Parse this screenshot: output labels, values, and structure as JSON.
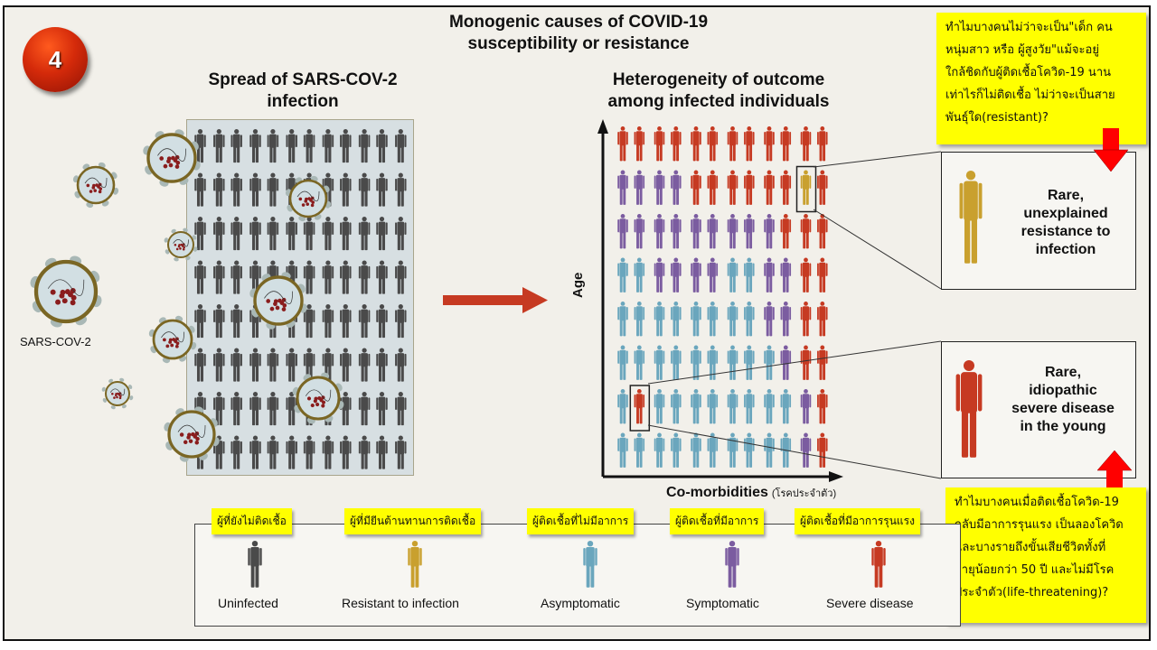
{
  "badge": {
    "number": "4"
  },
  "title": {
    "line1": "Monogenic causes of COVID-19",
    "line2": "susceptibility or resistance"
  },
  "left_panel": {
    "title_line1": "Spread of SARS-COV-2",
    "title_line2": "infection",
    "virus_label": "SARS-COV-2",
    "grid": {
      "rows": 8,
      "cols": 12,
      "status": "uninfected"
    }
  },
  "right_panel": {
    "title_line1": "Heterogeneity of outcome",
    "title_line2": "among infected individuals",
    "y_axis_label": "Age",
    "x_axis_label": "Co-morbidities",
    "x_axis_label_thai": "(โรคประจำตัว)",
    "grid_rows": [
      [
        "S",
        "S",
        "S",
        "S",
        "S",
        "S",
        "S",
        "S",
        "S",
        "S",
        "S",
        "S"
      ],
      [
        "Y",
        "Y",
        "Y",
        "Y",
        "S",
        "S",
        "S",
        "S",
        "S",
        "S",
        "R",
        "S"
      ],
      [
        "Y",
        "Y",
        "Y",
        "Y",
        "Y",
        "Y",
        "Y",
        "Y",
        "Y",
        "S",
        "S",
        "S"
      ],
      [
        "A",
        "A",
        "Y",
        "Y",
        "Y",
        "Y",
        "A",
        "A",
        "Y",
        "Y",
        "S",
        "S"
      ],
      [
        "A",
        "A",
        "A",
        "A",
        "A",
        "A",
        "A",
        "A",
        "Y",
        "Y",
        "S",
        "S"
      ],
      [
        "A",
        "A",
        "A",
        "A",
        "A",
        "A",
        "A",
        "A",
        "A",
        "Y",
        "S",
        "S"
      ],
      [
        "A",
        "S",
        "A",
        "A",
        "A",
        "A",
        "A",
        "A",
        "A",
        "A",
        "Y",
        "S"
      ],
      [
        "A",
        "A",
        "A",
        "A",
        "A",
        "A",
        "A",
        "A",
        "A",
        "A",
        "Y",
        "S"
      ]
    ],
    "highlighted": [
      {
        "row": 2,
        "col": 11,
        "status": "resistant"
      },
      {
        "row": 7,
        "col": 2,
        "status": "severe"
      }
    ]
  },
  "callouts": [
    {
      "id": "resistance",
      "line1": "Rare,",
      "line2": "unexplained",
      "line3": "resistance to",
      "line4": "infection"
    },
    {
      "id": "severe",
      "line1": "Rare,",
      "line2": "idiopathic",
      "line3": "severe disease",
      "line4": "in the young"
    }
  ],
  "notes": {
    "top": [
      "ทำไมบางคนไม่ว่าจะเป็น\"เด็ก คน",
      "หนุ่มสาว หรือ ผู้สูงวัย\"แม้จะอยู่",
      "ใกล้ชิดกับผู้ติดเชื้อโควิด-19 นาน",
      "เท่าไรก็ไม่ติดเชื้อ ไม่ว่าจะเป็นสาย",
      "พันธุ์ใด(resistant)?"
    ],
    "bottom": [
      "ทำไมบางคนเมื่อติดเชื้อโควิด-19",
      "กลับมีอาการรุนแรง เป็นลองโควิด",
      "และบางรายถึงขั้นเสียชีวิตทั้งที่",
      "อายุน้อยกว่า 50 ปี และไม่มีโรค",
      "ประจำตัว(life-threatening)?"
    ]
  },
  "legend": [
    {
      "thai": "ผู้ที่ยังไม่ติดเชื้อ",
      "label": "Uninfected",
      "color": "#4a4a4a"
    },
    {
      "thai": "ผู้ที่มียีนต้านทานการติดเชื้อ",
      "label": "Resistant to infection",
      "color": "#c9a02e"
    },
    {
      "thai": "ผู้ติดเชื้อที่ไม่มีอาการ",
      "label": "Asymptomatic",
      "color": "#6aa6bd"
    },
    {
      "thai": "ผู้ติดเชื้อที่มีอาการ",
      "label": "Symptomatic",
      "color": "#7b5ca0"
    },
    {
      "thai": "ผู้ติดเชื้อที่มีอาการรุนแรง",
      "label": "Severe disease",
      "color": "#c63a22"
    }
  ],
  "colors": {
    "uninfected": "#4a4a4a",
    "resistant": "#c9a02e",
    "asymptomatic": "#6aa6bd",
    "symptomatic": "#7b5ca0",
    "severe": "#c63a22",
    "arrow": "#c63a22",
    "note_bg": "#ffff00",
    "note_arrow": "#ff0000"
  }
}
